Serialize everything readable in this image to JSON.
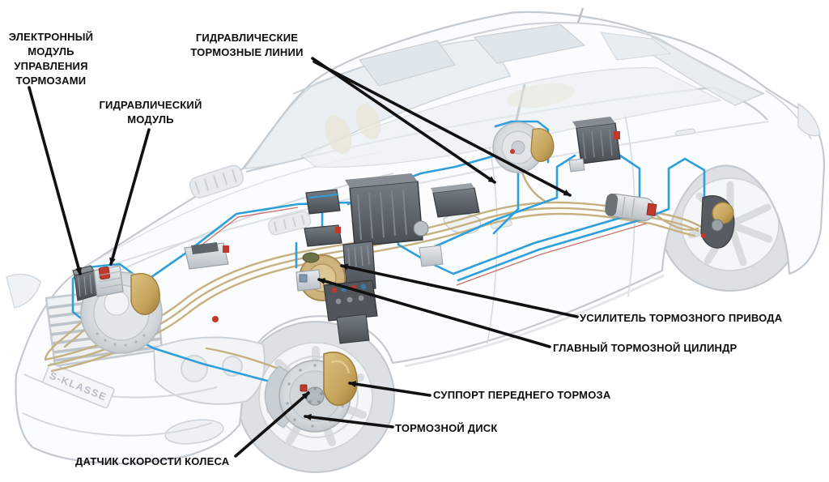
{
  "diagram": {
    "subject": "car-brake-system-schematic",
    "plate_text": "S-KLASSE",
    "colors": {
      "electric_wiring_blue": "#2f9fdc",
      "hydraulic_line_tan": "#c7b080",
      "caliper_gold": "#c6a45c",
      "leader_line_black": "#111111",
      "body_outline_gray": "#c3cad0"
    },
    "labels": [
      {
        "id": "electronic-brake-control-module",
        "text": "ЭЛЕКТРОННЫЙ\nМОДУЛЬ\nУПРАВЛЕНИЯ\nТОРМОЗАМИ"
      },
      {
        "id": "hydraulic-brake-lines",
        "text": "ГИДРАВЛИЧЕСКИЕ\nТОРМОЗНЫЕ ЛИНИИ"
      },
      {
        "id": "hydraulic-module",
        "text": "ГИДРАВЛИЧЕСКИЙ\nМОДУЛЬ"
      },
      {
        "id": "brake-booster",
        "text": "УСИЛИТЕЛЬ ТОРМОЗНОГО ПРИВОДА"
      },
      {
        "id": "master-brake-cylinder",
        "text": "ГЛАВНЫЙ ТОРМОЗНОЙ ЦИЛИНДР"
      },
      {
        "id": "front-brake-caliper",
        "text": "СУППОРТ ПЕРЕДНЕГО ТОРМОЗА"
      },
      {
        "id": "brake-disc",
        "text": "ТОРМОЗНОЙ ДИСК"
      },
      {
        "id": "wheel-speed-sensor",
        "text": "ДАТЧИК СКОРОСТИ КОЛЕСА"
      }
    ]
  }
}
